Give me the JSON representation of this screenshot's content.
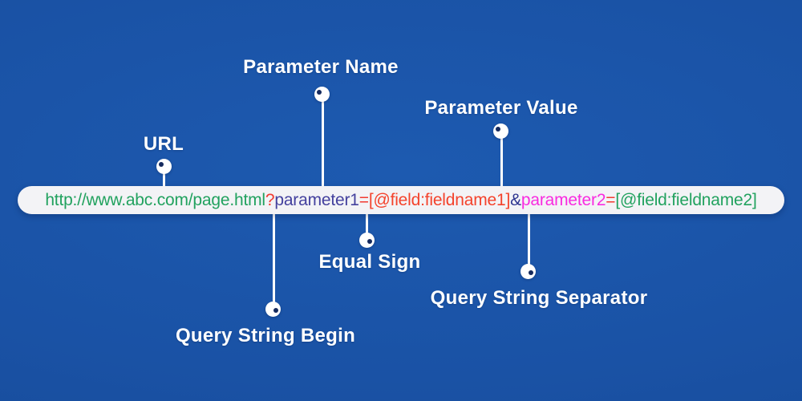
{
  "canvas": {
    "background_color": "#1a52a5"
  },
  "url_bar": {
    "background": "#f3f3f6",
    "full_url": "http://www.abc.com/page.html?parameter1=[@field:fieldname1]&parameter2=[@field:fieldname2]",
    "segments": [
      {
        "name": "base-url",
        "text": "http://www.abc.com/page.html",
        "color": "#22a25f"
      },
      {
        "name": "query-begin",
        "text": "?",
        "color": "#f23a31"
      },
      {
        "name": "param1-name",
        "text": "parameter1",
        "color": "#44419e"
      },
      {
        "name": "equal-sign-1",
        "text": "=",
        "color": "#f23a31"
      },
      {
        "name": "param1-value",
        "text": "[@field:fieldname1]",
        "color": "#f4432c"
      },
      {
        "name": "separator",
        "text": "&",
        "color": "#2e3690"
      },
      {
        "name": "param2-name",
        "text": "parameter2",
        "color": "#f92be0"
      },
      {
        "name": "equal-sign-2",
        "text": "=",
        "color": "#f23a31"
      },
      {
        "name": "param2-value",
        "text": "[@field:fieldname2]",
        "color": "#22a25f"
      }
    ]
  },
  "callouts": [
    {
      "label": "URL",
      "points_to": "base-url",
      "side": "top"
    },
    {
      "label": "Parameter Name",
      "points_to": "param1-name",
      "side": "top"
    },
    {
      "label": "Parameter Value",
      "points_to": "param1-value",
      "side": "top"
    },
    {
      "label": "Equal Sign",
      "points_to": "equal-sign-1",
      "side": "bottom"
    },
    {
      "label": "Query String Begin",
      "points_to": "query-begin",
      "side": "bottom"
    },
    {
      "label": "Query String Separator",
      "points_to": "separator",
      "side": "bottom"
    }
  ]
}
